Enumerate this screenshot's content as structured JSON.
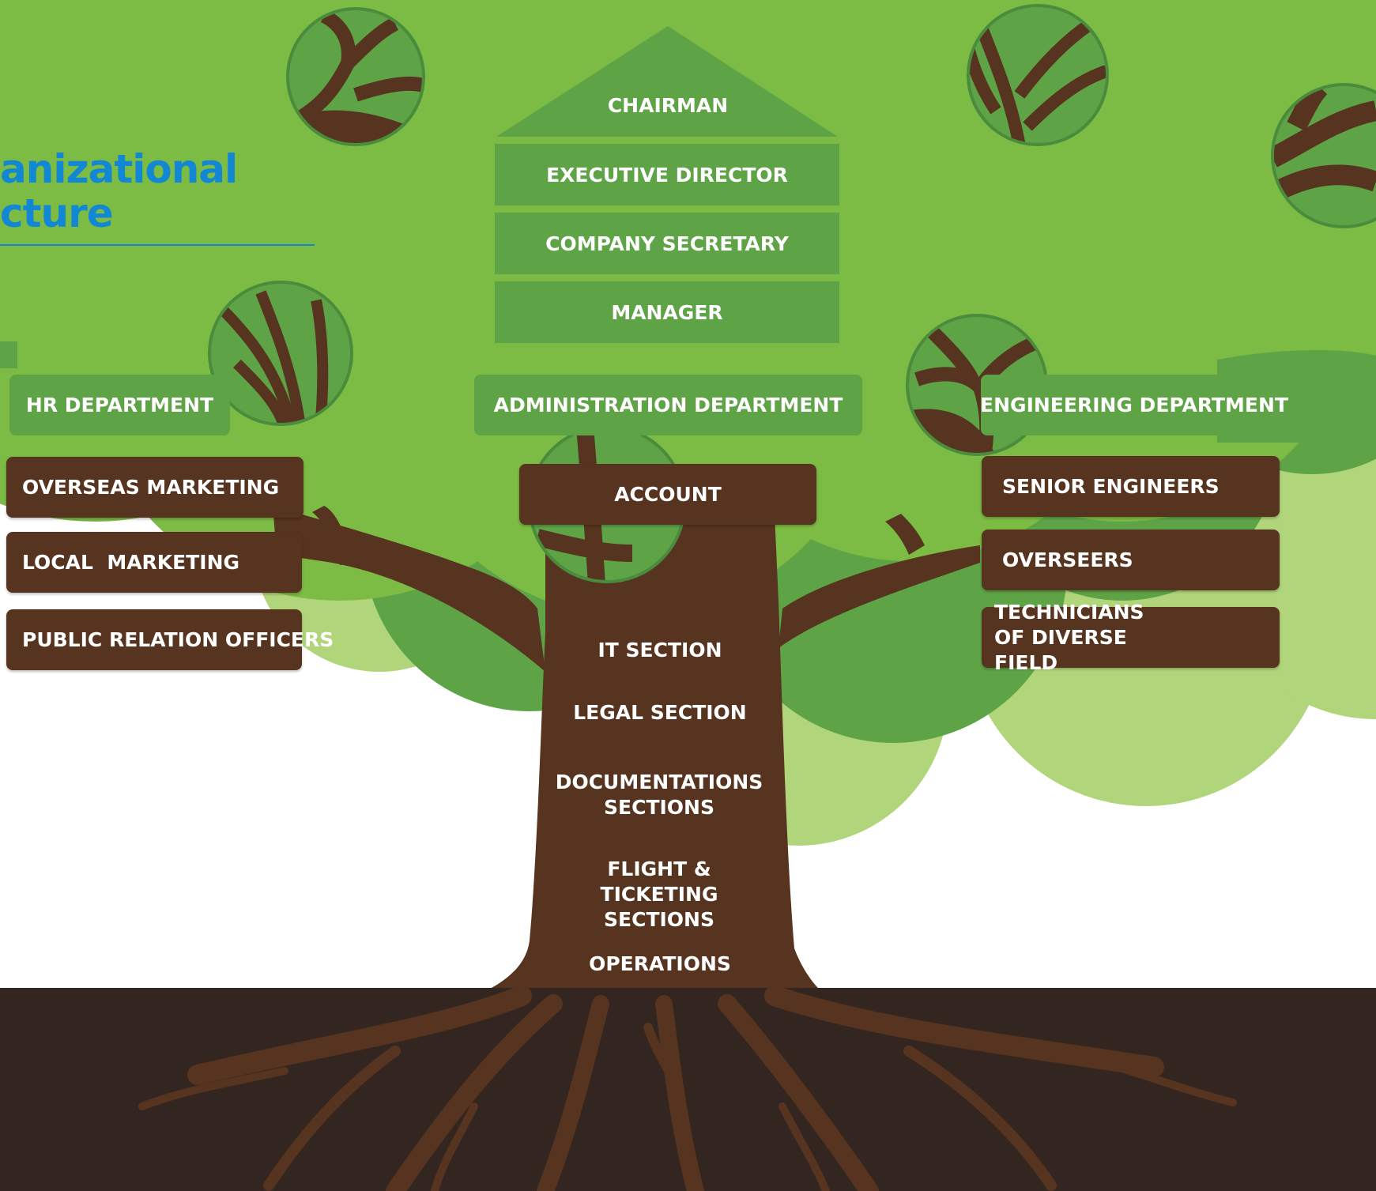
{
  "title": {
    "line1": "anizational",
    "line2": "cture"
  },
  "hierarchy": {
    "chairman": "CHAIRMAN",
    "executive_director": "EXECUTIVE DIRECTOR",
    "company_secretary": "COMPANY SECRETARY",
    "manager": "MANAGER"
  },
  "departments": {
    "hr": {
      "name": "HR DEPARTMENT",
      "units": [
        "OVERSEAS MARKETING",
        "LOCAL  MARKETING",
        "PUBLIC RELATION OFFICERS"
      ]
    },
    "administration": {
      "name": "ADMINISTRATION DEPARTMENT",
      "units": [
        "ACCOUNT"
      ],
      "sections": [
        "IT SECTION",
        "LEGAL SECTION",
        "DOCUMENTATIONS SECTIONS",
        "FLIGHT & TICKETING SECTIONS",
        "OPERATIONS"
      ]
    },
    "engineering": {
      "name": "ENGINEERING DEPARTMENT",
      "units": [
        "SENIOR ENGINEERS",
        "OVERSEERS",
        "TECHNICIANS OF DIVERSE FIELD"
      ]
    }
  },
  "colors": {
    "canopy": "#7cbb44",
    "canopy_dark": "#5ea447",
    "canopy_light": "#b1d57a",
    "trunk": "#57341f",
    "soil": "#33251f",
    "title": "#1288d4"
  }
}
